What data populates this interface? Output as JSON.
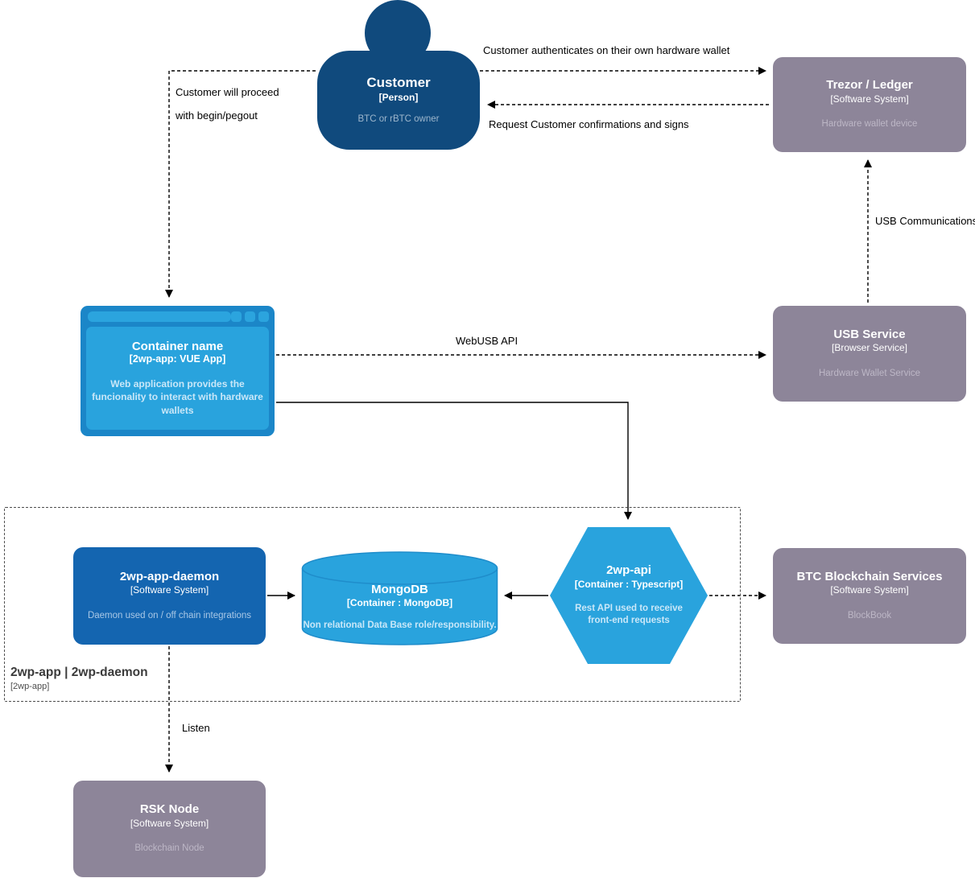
{
  "diagram": {
    "nodes": {
      "customer": {
        "title": "Customer",
        "subtitle": "[Person]",
        "description": "BTC or rBTC owner"
      },
      "trezor": {
        "title": "Trezor / Ledger",
        "subtitle": "[Software System]",
        "description": "Hardware wallet device"
      },
      "container_app": {
        "title": "Container name",
        "subtitle": "[2wp-app: VUE App]",
        "description": "Web application provides the funcionality to interact with hardware wallets"
      },
      "usb_service": {
        "title": "USB Service",
        "subtitle": "[Browser Service]",
        "description": "Hardware Wallet Service"
      },
      "daemon": {
        "title": "2wp-app-daemon",
        "subtitle": "[Software System]",
        "description": "Daemon used on / off chain integrations"
      },
      "mongodb": {
        "title": "MongoDB",
        "subtitle": "[Container : MongoDB]",
        "description": "Non relational Data Base role/responsibility."
      },
      "api": {
        "title": "2wp-api",
        "subtitle": "[Container : Typescript]",
        "description": "Rest API used to receive front-end requests"
      },
      "btc_services": {
        "title": "BTC Blockchain Services",
        "subtitle": "[Software System]",
        "description": "BlockBook"
      },
      "rsk_node": {
        "title": "RSK Node",
        "subtitle": "[Software System]",
        "description": "Blockchain Node"
      }
    },
    "boundary": {
      "title": "2wp-app | 2wp-daemon",
      "subtitle": "[2wp-app]"
    },
    "edges": {
      "authenticate": "Customer authenticates on their own hardware wallet",
      "request_confirm": "Request Customer confirmations and signs",
      "proceed_line1": "Customer will proceed",
      "proceed_line2": "with begin/pegout",
      "webusb": "WebUSB API",
      "usb_comms": "USB Communications",
      "listen": "Listen"
    },
    "colors": {
      "person": "#104a7d",
      "bright_blue": "#29a3dd",
      "browser_frame": "#1b86c8",
      "daemon_blue": "#1465b0",
      "gray_purple": "#8d8599",
      "line": "#000000"
    }
  }
}
